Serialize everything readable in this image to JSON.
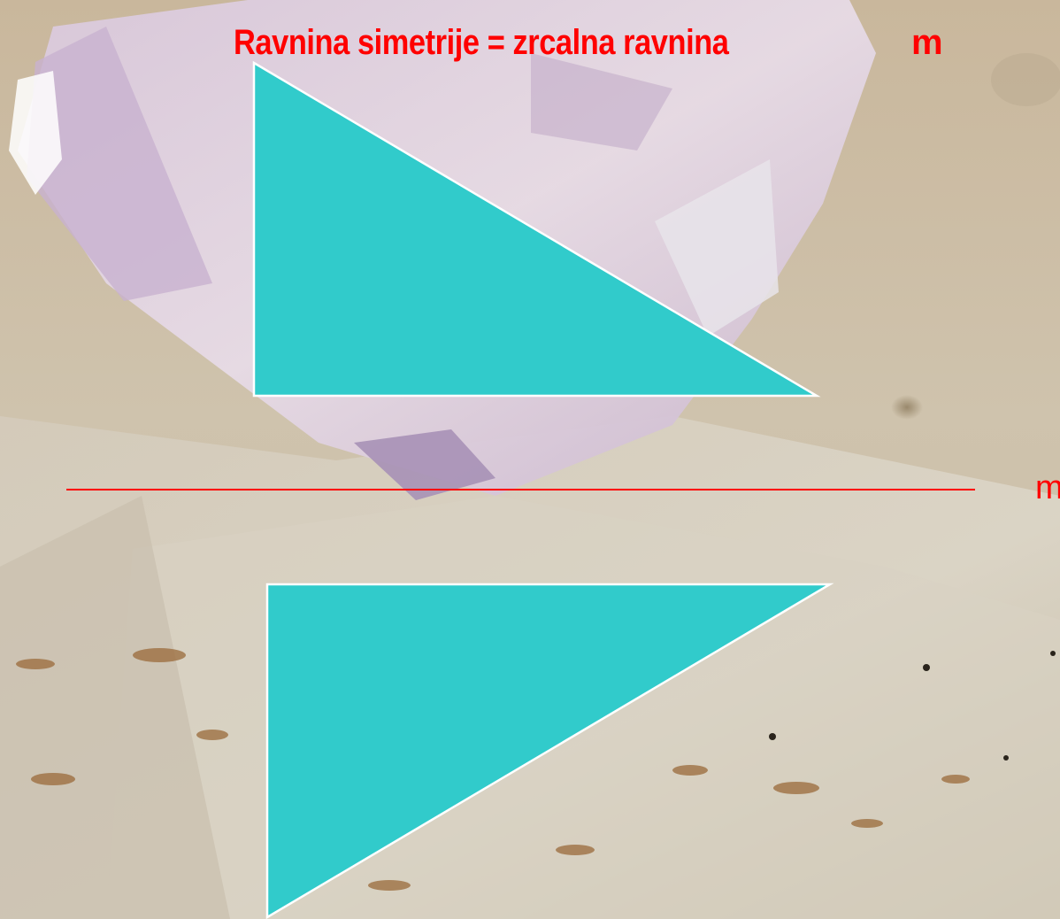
{
  "title": "Ravnina simetrije = zrcalna ravnina",
  "symbol_top": "m",
  "symbol_plane": "m",
  "colors": {
    "text": "#ff0000",
    "mirror_line": "#ff0000",
    "triangle_fill": "#31cbcb",
    "triangle_stroke": "#ffffff"
  }
}
